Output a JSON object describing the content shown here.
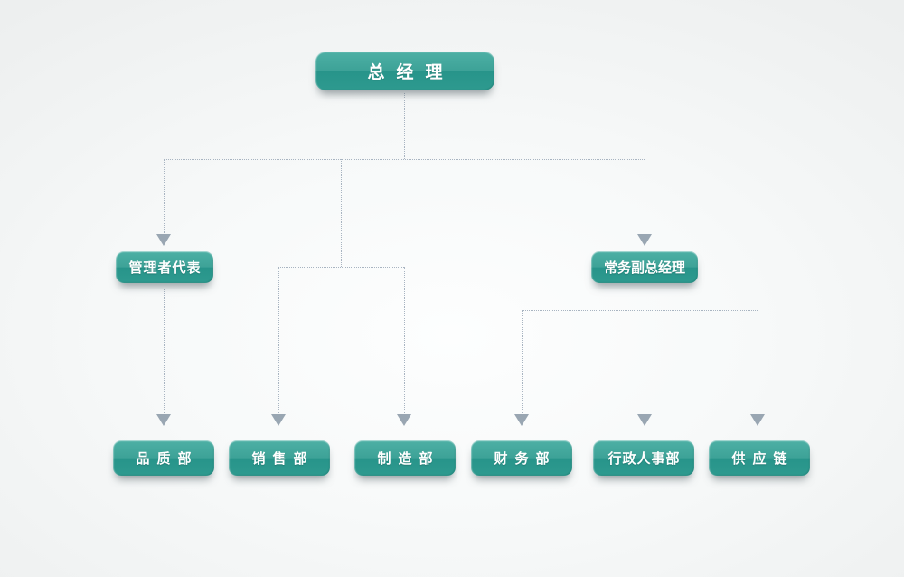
{
  "chart_data": {
    "type": "org-chart",
    "title": "",
    "root": {
      "label": "总经理"
    },
    "level2": [
      {
        "label": "管理者代表",
        "reports_to": "总经理",
        "children": [
          "品质部"
        ]
      },
      {
        "label": "常务副总经理",
        "reports_to": "总经理",
        "children": [
          "财务部",
          "行政人事部",
          "供应链"
        ]
      }
    ],
    "root_direct_departments": [
      "销售部",
      "制造部"
    ],
    "departments": [
      "品质部",
      "销售部",
      "制造部",
      "财务部",
      "行政人事部",
      "供应链"
    ]
  },
  "nodes": {
    "root": {
      "label": "总经理"
    },
    "level2": [
      {
        "label": "管理者代表"
      },
      {
        "label": "常务副总经理"
      }
    ],
    "departments": [
      {
        "label": "品质部"
      },
      {
        "label": "销售部"
      },
      {
        "label": "制造部"
      },
      {
        "label": "财务部"
      },
      {
        "label": "行政人事部"
      },
      {
        "label": "供应链"
      }
    ]
  },
  "colors": {
    "node_gradient_top": "#4db0a5",
    "node_gradient_bottom": "#2e9a8f",
    "node_text": "#ffffff",
    "connector_line": "#a8b4c1",
    "arrowhead": "#99a6b2",
    "background_center": "#fdfefe",
    "background_edge": "#edefef"
  }
}
